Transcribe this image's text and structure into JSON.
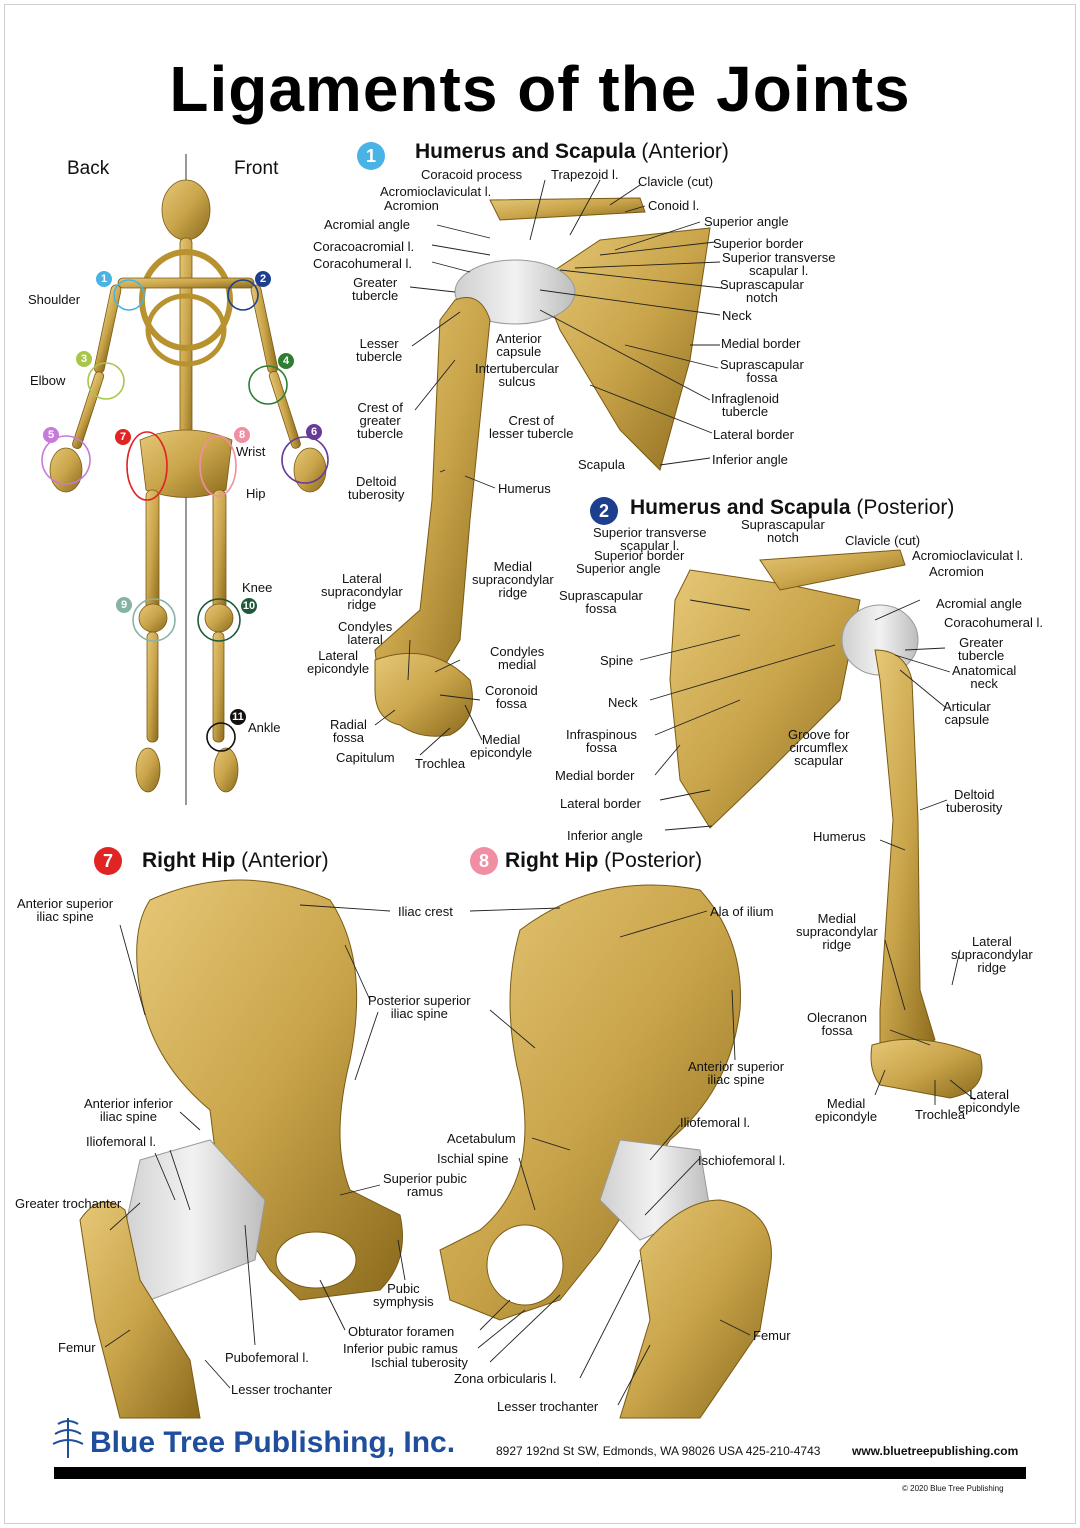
{
  "title": "Ligaments of the Joints",
  "skeleton": {
    "back": "Back",
    "front": "Front",
    "markers": [
      "1",
      "2",
      "3",
      "4",
      "5",
      "6",
      "7",
      "8",
      "9",
      "10",
      "11"
    ],
    "labels": {
      "shoulder": "Shoulder",
      "elbow": "Elbow",
      "wrist": "Wrist",
      "hip": "Hip",
      "knee": "Knee",
      "ankle": "Ankle"
    }
  },
  "sections": {
    "s1": {
      "num": "1",
      "bold": "Humerus and Scapula",
      "rest": " (Anterior)"
    },
    "s2": {
      "num": "2",
      "bold": "Humerus and Scapula",
      "rest": " (Posterior)"
    },
    "s7": {
      "num": "7",
      "bold": "Right Hip",
      "rest": " (Anterior)"
    },
    "s8": {
      "num": "8",
      "bold": "Right Hip",
      "rest": " (Posterior)"
    }
  },
  "ant_labels": {
    "coracoid": "Coracoid process",
    "trapezoid": "Trapezoid l.",
    "clavicle": "Clavicle (cut)",
    "acromioclav": "Acromioclaviculat l.",
    "acromion": "Acromion",
    "conoid": "Conoid l.",
    "acromial_angle": "Acromial angle",
    "superior_angle": "Superior angle",
    "coracoacromial": "Coracoacromial l.",
    "superior_border": "Superior border",
    "coracohumeral": "Coracohumeral l.",
    "sup_transverse": "Superior transverse\nscapular l.",
    "greater_tub": "Greater\ntubercle",
    "suprascap_notch": "Suprascapular\nnotch",
    "neck": "Neck",
    "lesser_tub": "Lesser\ntubercle",
    "ant_capsule": "Anterior\ncapsule",
    "medial_border": "Medial border",
    "intertub": "Intertubercular\nsulcus",
    "suprascap_fossa": "Suprascapular\nfossa",
    "crest_greater": "Crest of\ngreater\ntubercle",
    "infraglenoid": "Infraglenoid\ntubercle",
    "crest_lesser": "Crest of\nlesser tubercle",
    "lateral_border": "Lateral border",
    "scapula": "Scapula",
    "inferior_angle": "Inferior angle",
    "deltoid": "Deltoid\ntuberosity",
    "humerus": "Humerus",
    "lat_supra": "Lateral\nsupracondylar\nridge",
    "med_supra": "Medial\nsupracondylar\nridge",
    "condyles_lat": "Condyles\nlateral",
    "lat_epi": "Lateral\nepicondyle",
    "condyles_med": "Condyles\nmedial",
    "coronoid": "Coronoid\nfossa",
    "radial_fossa": "Radial\nfossa",
    "medial_epi": "Medial\nepicondyle",
    "capitulum": "Capitulum",
    "trochlea": "Trochlea"
  },
  "post_labels": {
    "sup_transverse": "Superior transverse\nscapular l.",
    "suprascap_notch": "Suprascapular\nnotch",
    "clavicle": "Clavicle (cut)",
    "superior_border": "Superior border",
    "acromioclav": "Acromioclaviculat l.",
    "superior_angle": "Superior angle",
    "acromion": "Acromion",
    "suprascap_fossa": "Suprascapular\nfossa",
    "acromial_angle": "Acromial angle",
    "coracohumeral": "Coracohumeral l.",
    "greater_tub": "Greater\ntubercle",
    "spine": "Spine",
    "anat_neck": "Anatomical\nneck",
    "neck": "Neck",
    "art_capsule": "Articular\ncapsule",
    "infraspinous": "Infraspinous\nfossa",
    "groove": "Groove for\ncircumflex\nscapular",
    "medial_border": "Medial border",
    "lateral_border": "Lateral border",
    "deltoid": "Deltoid\ntuberosity",
    "inferior_angle": "Inferior angle",
    "humerus": "Humerus",
    "med_supra": "Medial\nsupracondylar\nridge",
    "lat_supra": "Lateral\nsupracondylar\nridge",
    "olecranon": "Olecranon\nfossa",
    "medial_epi": "Medial\nepicondyle",
    "trochlea": "Trochlea",
    "lateral_epi": "Lateral\nepicondyle"
  },
  "hip_labels": {
    "asis": "Anterior superior\niliac spine",
    "iliac_crest": "Iliac crest",
    "ala": "Ala of ilium",
    "psis": "Posterior superior\niliac spine",
    "asis2": "Anterior superior\niliac spine",
    "aiis": "Anterior inferior\niliac spine",
    "iliofemoral": "Iliofemoral l.",
    "iliofemoral2": "Iliofemoral l.",
    "acetabulum": "Acetabulum",
    "ischial_spine": "Ischial spine",
    "ischiofemoral": "Ischiofemoral l.",
    "greater_troch": "Greater trochanter",
    "sup_pubic": "Superior pubic\nramus",
    "pubic_sym": "Pubic\nsymphysis",
    "obturator": "Obturator foramen",
    "inf_pubic": "Inferior pubic ramus",
    "ischial_tub": "Ischial tuberosity",
    "femur": "Femur",
    "femur2": "Femur",
    "pubofemoral": "Pubofemoral l.",
    "zona": "Zona orbicularis l.",
    "lesser_troch": "Lesser trochanter",
    "lesser_troch2": "Lesser trochanter"
  },
  "footer": {
    "brand": "Blue Tree Publishing, Inc.",
    "address": "8927 192nd St SW, Edmonds, WA 98026 USA 425-210-4743",
    "url": "www.bluetreepublishing.com",
    "copyright": "© 2020 Blue Tree Publishing"
  },
  "colors": {
    "bone": "#c9a44a",
    "bone_dark": "#8a6a1c",
    "ligament": "#e8e8e8",
    "brand": "#1f4e9c",
    "m1": "#4ab3e6",
    "m2": "#1d3f8f",
    "m3": "#a8c64a",
    "m4": "#2e7d32",
    "m5": "#c77ad9",
    "m6": "#6a3a9a",
    "m7": "#e02424",
    "m8": "#f08fa3",
    "m9": "#86b3a6",
    "m10": "#1d5a3a",
    "m11": "#111111"
  }
}
